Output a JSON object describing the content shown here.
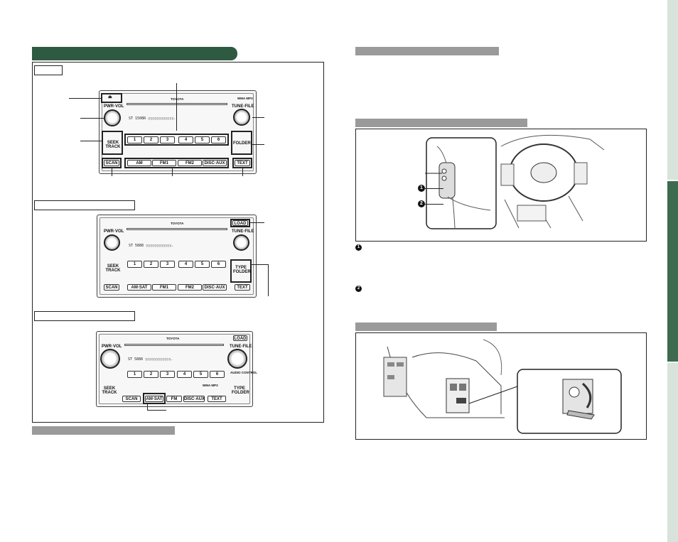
{
  "left_section": {
    "header_bar": "",
    "model_labels": {
      "top": "",
      "middle": "",
      "bottom": ""
    },
    "footer_bar": ""
  },
  "radio_1": {
    "brand": "TOYOTA",
    "badge": "WMA MP3",
    "eject": "⏏",
    "pwr_vol": "PWR·VOL",
    "tune_file": "TUNE·FILE",
    "seek_track": "SEEK TRACK",
    "folder": "FOLDER",
    "presets": [
      "1",
      "2",
      "3",
      "4",
      "5",
      "6"
    ],
    "bottom_buttons": [
      "SCAN",
      "AM",
      "FM1",
      "FM2",
      "DISC·AUX",
      "TEXT"
    ]
  },
  "radio_2": {
    "brand": "TOYOTA",
    "load": "LOAD",
    "pwr_vol": "PWR·VOL",
    "tune_file": "TUNE·FILE",
    "seek_track": "SEEK TRACK",
    "type_folder": "TYPE FOLDER",
    "presets": [
      "1",
      "2",
      "3",
      "4",
      "5",
      "6"
    ],
    "bottom_buttons": [
      "SCAN",
      "AM·SAT",
      "FM1",
      "FM2",
      "DISC·AUX",
      "TEXT"
    ]
  },
  "radio_3": {
    "brand": "TOYOTA",
    "load": "LOAD",
    "pwr_vol": "PWR·VOL",
    "tune_file": "TUNE·FILE",
    "seek_track": "SEEK TRACK",
    "type_folder": "TYPE FOLDER",
    "audio_control": "AUDIO CONTROL",
    "badge": "WMA MP3",
    "presets": [
      "1",
      "2",
      "3",
      "4",
      "5",
      "6"
    ],
    "bottom_buttons": [
      "SCAN",
      "AM·SAT",
      "FM",
      "DISC·AUX",
      "TEXT"
    ]
  },
  "right_section": {
    "header_1": "",
    "header_2": "",
    "header_3": "",
    "marker_1": "1",
    "marker_2": "2"
  },
  "colors": {
    "green": "#2f5a42",
    "grey": "#9a9a9a",
    "sidebar_light": "#d8e3db",
    "sidebar_dark": "#3d6b4f"
  }
}
